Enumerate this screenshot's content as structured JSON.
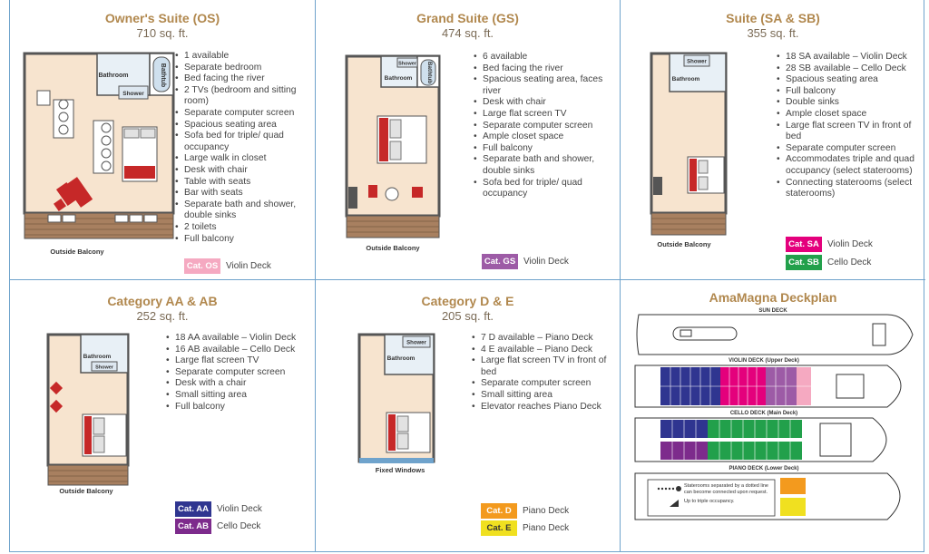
{
  "colors": {
    "title": "#b1884e",
    "divider": "#6fa3cc",
    "os": "#f5a9c1",
    "gs": "#9d5ba6",
    "sa": "#e4007c",
    "sb": "#22a04b",
    "aa": "#2f3590",
    "ab": "#7d2b8c",
    "d": "#f39a1e",
    "e": "#f0e020"
  },
  "os": {
    "title": "Owner's Suite (OS)",
    "sqft": "710 sq. ft.",
    "features": [
      "1 available",
      "Separate bedroom",
      "Bed facing the river",
      "2 TVs (bedroom and sitting room)",
      "Separate computer screen",
      "Spacious seating area",
      "Sofa bed for triple/ quad occupancy",
      "Large walk in closet",
      "Desk with chair",
      "Table with seats",
      "Bar with seats",
      "Separate bath and shower, double sinks",
      "2 toilets",
      "Full balcony"
    ],
    "badges": [
      {
        "code": "Cat. OS",
        "deck": "Violin Deck"
      }
    ],
    "plan": {
      "bathroom": "Bathroom",
      "shower": "Shower",
      "bathtub": "Bathtub",
      "balcony": "Outside Balcony"
    }
  },
  "gs": {
    "title": "Grand Suite (GS)",
    "sqft": "474 sq. ft.",
    "features": [
      "6 available",
      "Bed facing the river",
      "Spacious seating area, faces river",
      "Desk with chair",
      "Large flat screen TV",
      "Separate computer screen",
      "Ample closet space",
      "Full balcony",
      "Separate bath and shower, double sinks",
      "Sofa bed for triple/ quad occupancy"
    ],
    "badges": [
      {
        "code": "Cat. GS",
        "deck": "Violin Deck"
      }
    ],
    "plan": {
      "bathroom": "Bathroom",
      "shower": "Shower",
      "bathtub": "Bathtub",
      "balcony": "Outside Balcony"
    }
  },
  "sa": {
    "title": "Suite (SA & SB)",
    "sqft": "355 sq. ft.",
    "features": [
      "18 SA available – Violin Deck",
      "28 SB available – Cello Deck",
      "Spacious seating area",
      "Full balcony",
      "Double sinks",
      "Ample closet space",
      "Large flat screen TV in front of bed",
      "Separate computer screen",
      "Accommodates triple and quad occupancy (select staterooms)",
      "Connecting staterooms (select staterooms)"
    ],
    "badges": [
      {
        "code": "Cat. SA",
        "deck": "Violin Deck"
      },
      {
        "code": "Cat. SB",
        "deck": "Cello Deck"
      }
    ],
    "plan": {
      "bathroom": "Bathroom",
      "shower": "Shower",
      "balcony": "Outside Balcony"
    }
  },
  "aa": {
    "title": "Category AA & AB",
    "sqft": "252 sq. ft.",
    "features": [
      "18 AA available – Violin Deck",
      "16 AB available – Cello Deck",
      "Large flat screen TV",
      "Separate computer screen",
      "Desk with a chair",
      "Small sitting area",
      "Full balcony"
    ],
    "badges": [
      {
        "code": "Cat. AA",
        "deck": "Violin Deck"
      },
      {
        "code": "Cat. AB",
        "deck": "Cello Deck"
      }
    ],
    "plan": {
      "bathroom": "Bathroom",
      "shower": "Shower",
      "balcony": "Outside Balcony"
    }
  },
  "de": {
    "title": "Category D & E",
    "sqft": "205 sq. ft.",
    "features": [
      "7 D available – Piano Deck",
      "4 E available – Piano Deck",
      "Large flat screen TV in front of bed",
      "Separate computer screen",
      "Small sitting area",
      "Elevator reaches Piano Deck"
    ],
    "badges": [
      {
        "code": "Cat. D",
        "deck": "Piano Deck"
      },
      {
        "code": "Cat. E",
        "deck": "Piano Deck"
      }
    ],
    "plan": {
      "bathroom": "Bathroom",
      "shower": "Shower",
      "windows": "Fixed Windows"
    }
  },
  "deck": {
    "title": "AmaMagna Deckplan",
    "sun": "SUN DECK",
    "violin": "VIOLIN DECK (Upper Deck)",
    "cello": "CELLO DECK (Main Deck)",
    "piano": "PIANO DECK (Lower Deck)",
    "legend1": "Staterooms separated by a dotted line can become connected upon request.",
    "legend2": "Up to triple occupancy."
  }
}
